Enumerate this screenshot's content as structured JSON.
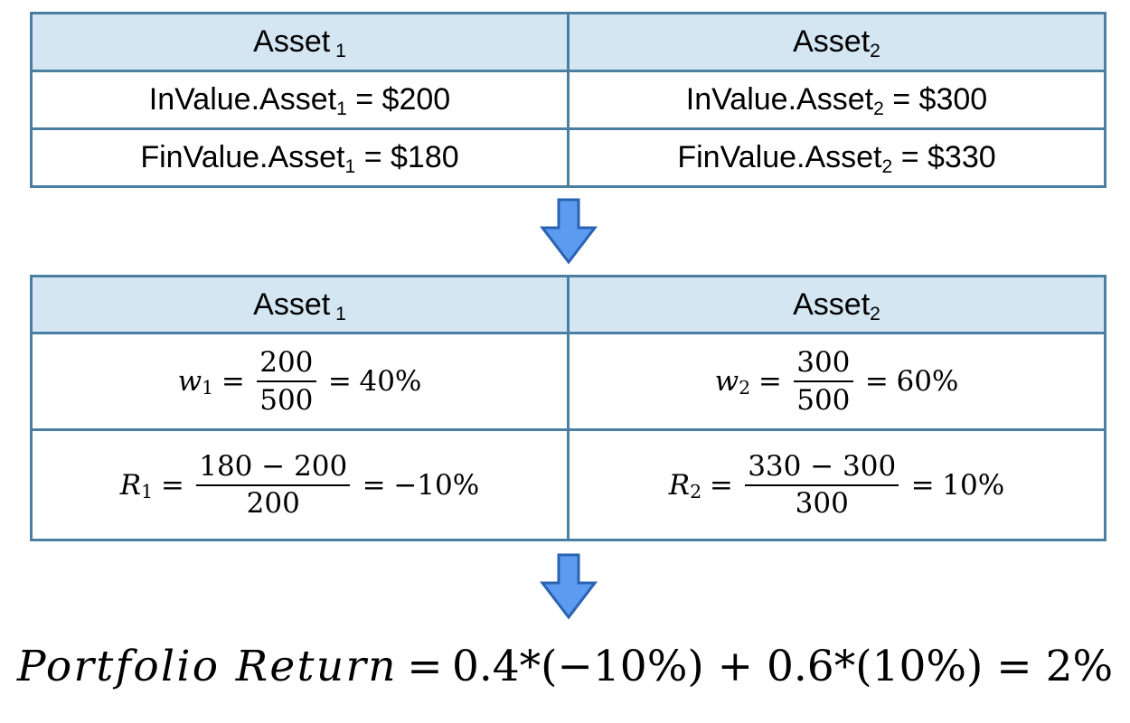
{
  "colors": {
    "header_fill": "#d3e6f2",
    "table_border": "#4a7fa3",
    "arrow_fill": "#5b9bf0",
    "arrow_stroke": "#2b63b3"
  },
  "arrow_icon": "down-arrow-icon",
  "top_table": {
    "headers": [
      {
        "text": "Asset",
        "sub": "1"
      },
      {
        "text": "Asset",
        "sub": "2"
      }
    ],
    "rows": [
      [
        {
          "prefix": "InValue.Asset",
          "sub": "1",
          "suffix": " = $200"
        },
        {
          "prefix": "InValue.Asset",
          "sub": "2",
          "suffix": " = $300"
        }
      ],
      [
        {
          "prefix": "FinValue.Asset",
          "sub": "1",
          "suffix": " = $180"
        },
        {
          "prefix": "FinValue.Asset",
          "sub": "2",
          "suffix": " = $330"
        }
      ]
    ]
  },
  "bottom_table": {
    "headers": [
      {
        "text": "Asset",
        "sub": "1"
      },
      {
        "text": "Asset",
        "sub": "2"
      }
    ],
    "weights": [
      {
        "var": "w",
        "sub": "1",
        "num": "200",
        "den": "500",
        "result": "40%"
      },
      {
        "var": "w",
        "sub": "2",
        "num": "300",
        "den": "500",
        "result": "60%"
      }
    ],
    "returns": [
      {
        "var": "R",
        "sub": "1",
        "num": "180 − 200",
        "den": "200",
        "result": "−10%"
      },
      {
        "var": "R",
        "sub": "2",
        "num": "330 − 300",
        "den": "300",
        "result": "10%"
      }
    ]
  },
  "final_formula": {
    "label": "Portfolio Return",
    "expression": "0.4*(−10%) + 0.6*(10%) = 2%"
  }
}
